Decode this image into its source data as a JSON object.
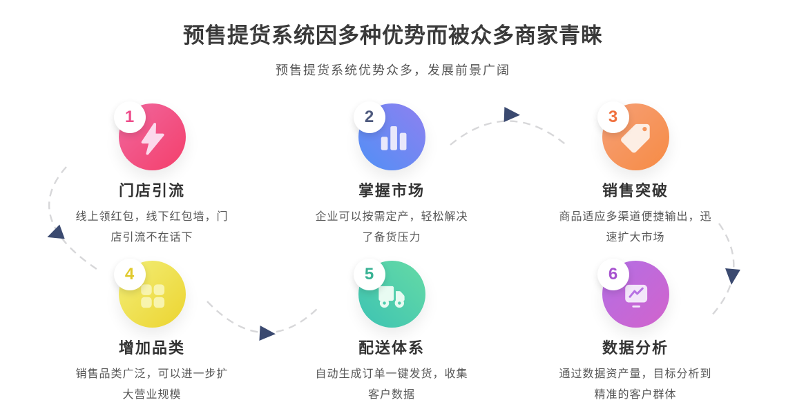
{
  "page": {
    "title": "预售提货系统因多种优势而被众多商家青睐",
    "subtitle": "预售提货系统优势众多，发展前景广阔"
  },
  "features": [
    {
      "number": "1",
      "title": "门店引流",
      "desc_line1": "线上领红包，线下红包墙，门",
      "desc_line2": "店引流不在话下",
      "icon": "lightning-icon",
      "number_color": "#ee4d8b",
      "icon_color": "#fcd9ec",
      "gradient": {
        "dir": "135deg",
        "from": "#f0689f",
        "to": "#f43f6b"
      }
    },
    {
      "number": "2",
      "title": "掌握市场",
      "desc_line1": "企业可以按需定产，轻松解决",
      "desc_line2": "了备货压力",
      "icon": "bar-chart-icon",
      "number_color": "#4e5a7e",
      "icon_color": "#e9e8fb",
      "gradient": {
        "dir": "225deg",
        "from": "#8e80f0",
        "to": "#5190f5"
      }
    },
    {
      "number": "3",
      "title": "销售突破",
      "desc_line1": "商品适应多渠道便捷输出，迅",
      "desc_line2": "速扩大市场",
      "icon": "price-tag-icon",
      "number_color": "#f0703d",
      "icon_color": "#fdeee4",
      "gradient": {
        "dir": "135deg",
        "from": "#f5a078",
        "to": "#f78b44"
      }
    },
    {
      "number": "4",
      "title": "增加品类",
      "desc_line1": "销售品类广泛，可以进一步扩",
      "desc_line2": "大营业规模",
      "icon": "grid-icon",
      "number_color": "#e0c92c",
      "icon_color": "#f8f4ae",
      "gradient": {
        "dir": "135deg",
        "from": "#f2ee79",
        "to": "#ecd42f"
      }
    },
    {
      "number": "5",
      "title": "配送体系",
      "desc_line1": "自动生成订单一键发货，收集",
      "desc_line2": "客户数据",
      "icon": "truck-icon",
      "number_color": "#38b293",
      "icon_color": "#e8fbf2",
      "gradient": {
        "dir": "225deg",
        "from": "#65daa5",
        "to": "#3dc3b3"
      }
    },
    {
      "number": "6",
      "title": "数据分析",
      "desc_line1": "通过数据资产量，目标分析到",
      "desc_line2": "精准的客户群体",
      "icon": "monitor-chart-icon",
      "number_color": "#a753cf",
      "icon_color": "#f3e6fa",
      "icon_accent": "#b671e3",
      "gradient": {
        "dir": "135deg",
        "from": "#b26fe5",
        "to": "#d263cc"
      }
    }
  ],
  "colors": {
    "page_bg": "#ffffff",
    "title_text": "#3a3a3a",
    "subtitle_text": "#555555",
    "feature_title_text": "#333333",
    "feature_desc_text": "#575757",
    "dash": "#d7d7d9",
    "arrowhead": "#3b4a70"
  }
}
